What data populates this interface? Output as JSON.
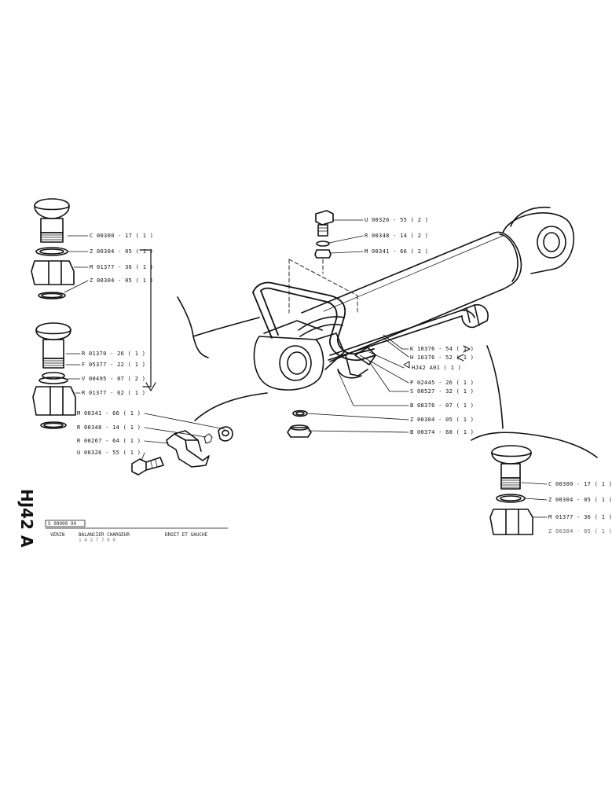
{
  "drawing_code": "HJ42 A",
  "title_block": {
    "ref": "S 99999 99",
    "col1": "VERIN",
    "col2": "BALANCIER CHARGEUR",
    "col3": "DROIT ET GAUCHE",
    "sub": "1 4 2 7 7 0 0"
  },
  "labels": {
    "top_fitting_1": "C 00300 - 17 ( 1 )",
    "top_fitting_2": "Z 00304 - 05 ( 1 )",
    "top_fitting_3": "M 01377 - 36 ( 1 )",
    "top_fitting_4": "Z 00304 - 05 ( 1 )",
    "mid_fitting_1": "R 01370 - 26 ( 1 )",
    "mid_fitting_2": "F 05377 - 22 ( 1 )",
    "mid_fitting_3": "V 00495 - 07 ( 2 )",
    "mid_fitting_4": "R 01377 - 62 ( 1 )",
    "bracket_1": "M 00341 - 66 ( 1 )",
    "bracket_2": "R 00348 - 14 ( 1 )",
    "bracket_3": "R 00267 - 64 ( 1 )",
    "bracket_4": "U 00326 - 55 ( 1 )",
    "bolt_1": "U 00326 - 55 ( 2 )",
    "bolt_2": "R 00348 - 14 ( 2 )",
    "bolt_3": "M 00341 - 66 ( 2 )",
    "cyl_1": "K 10376 - 54 ( 1 )",
    "cyl_2": "H 10376 - 52 ( 1 )",
    "cyl_3": "HJ42 A01  ( 1 )",
    "cyl_4": "P 02445 - 26 ( 1 )",
    "cyl_5": "S 00527 - 32 ( 1 )",
    "cyl_6": "B 08376 - 07 ( 1 )",
    "cyl_7": "Z 00304 - 05 ( 1 )",
    "cyl_8": "B 00374 - 68 ( 1 )",
    "br_fitting_1": "C 00300 - 17 ( 1 )",
    "br_fitting_2": "Z 00304 - 05 ( 1 )",
    "br_fitting_3": "M 01377 - 36 ( 1 )",
    "br_fitting_4": "Z 00304 - 05 ( 1 )"
  }
}
